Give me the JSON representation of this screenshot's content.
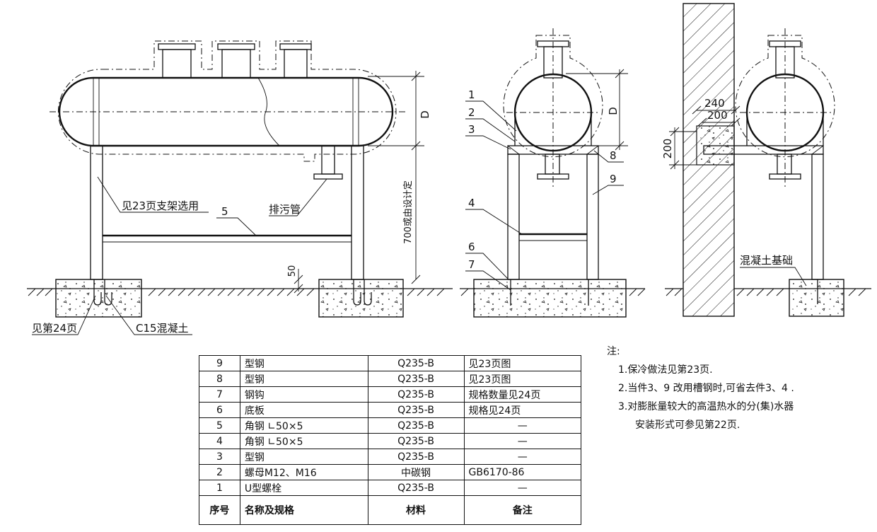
{
  "labels": {
    "see_p23_support": "见23页支架选用",
    "drain_pipe": "排污管",
    "part5": "5",
    "height_dim": "700或由设计定",
    "dim_D_left": "D",
    "dim_D_mid": "D",
    "dim_50": "50",
    "see_p24": "见第24页",
    "c15": "C15混凝土",
    "mid_callouts": [
      "1",
      "2",
      "3",
      "8",
      "9",
      "4",
      "6",
      "7"
    ],
    "dim_240": "240",
    "dim_200h": "200",
    "dim_200v": "200",
    "concrete_base": "混凝土基础"
  },
  "table": {
    "rows": [
      {
        "no": "9",
        "name": "型钢",
        "material": "Q235-B",
        "note": "见23页图"
      },
      {
        "no": "8",
        "name": "型钢",
        "material": "Q235-B",
        "note": "见23页图"
      },
      {
        "no": "7",
        "name": "钢钩",
        "material": "Q235-B",
        "note": "规格数量见24页"
      },
      {
        "no": "6",
        "name": "底板",
        "material": "Q235-B",
        "note": "规格见24页"
      },
      {
        "no": "5",
        "name": "角钢  ∟50×5",
        "material": "Q235-B",
        "note": "—"
      },
      {
        "no": "4",
        "name": "角钢  ∟50×5",
        "material": "Q235-B",
        "note": "—"
      },
      {
        "no": "3",
        "name": "型钢",
        "material": "Q235-B",
        "note": "—"
      },
      {
        "no": "2",
        "name": "螺母M12、M16",
        "material": "中碳钢",
        "note": "GB6170-86"
      },
      {
        "no": "1",
        "name": "U型螺栓",
        "material": "Q235-B",
        "note": "—"
      }
    ],
    "header": {
      "no": "序号",
      "name": "名称及规格",
      "material": "材料",
      "note": "备注"
    }
  },
  "notes": {
    "title": "注:",
    "items": [
      "1.保冷做法见第23页.",
      "2.当件3、9 改用槽钢时,可省去件3、4 .",
      "3.对膨胀量较大的高温热水的分(集)水器"
    ],
    "item3_cont": "安装形式可参见第22页."
  }
}
